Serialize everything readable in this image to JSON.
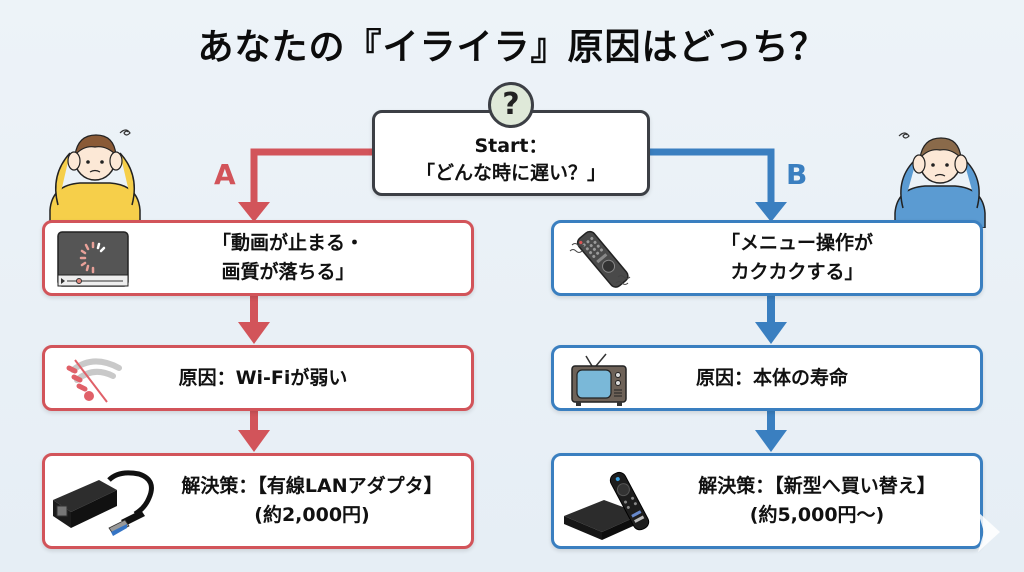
{
  "title": "あなたの『イライラ』原因はどっち？",
  "start": {
    "badge": "?",
    "line1": "Start：",
    "line2": "「どんな時に遅い？」"
  },
  "branches": {
    "a": {
      "label": "A",
      "color": "#d2545a",
      "symptom": {
        "line1": "「動画が止まる・",
        "line2": "画質が落ちる」",
        "icon": "video-buffering-icon"
      },
      "cause": {
        "line1": "原因：Wi-Fiが弱い",
        "icon": "weak-wifi-icon"
      },
      "solution": {
        "line1": "解決策：【有線LANアダプタ】",
        "line2": "(約2,000円)",
        "icon": "lan-adapter-icon"
      }
    },
    "b": {
      "label": "B",
      "color": "#3a7fc0",
      "symptom": {
        "line1": "「メニュー操作が",
        "line2": "カクカクする」",
        "icon": "tv-remote-icon"
      },
      "cause": {
        "line1": "原因：本体の寿命",
        "icon": "old-tv-icon"
      },
      "solution": {
        "line1": "解決策：【新型へ買い替え】",
        "line2": "(約5,000円〜)",
        "icon": "streaming-device-icon"
      }
    }
  }
}
